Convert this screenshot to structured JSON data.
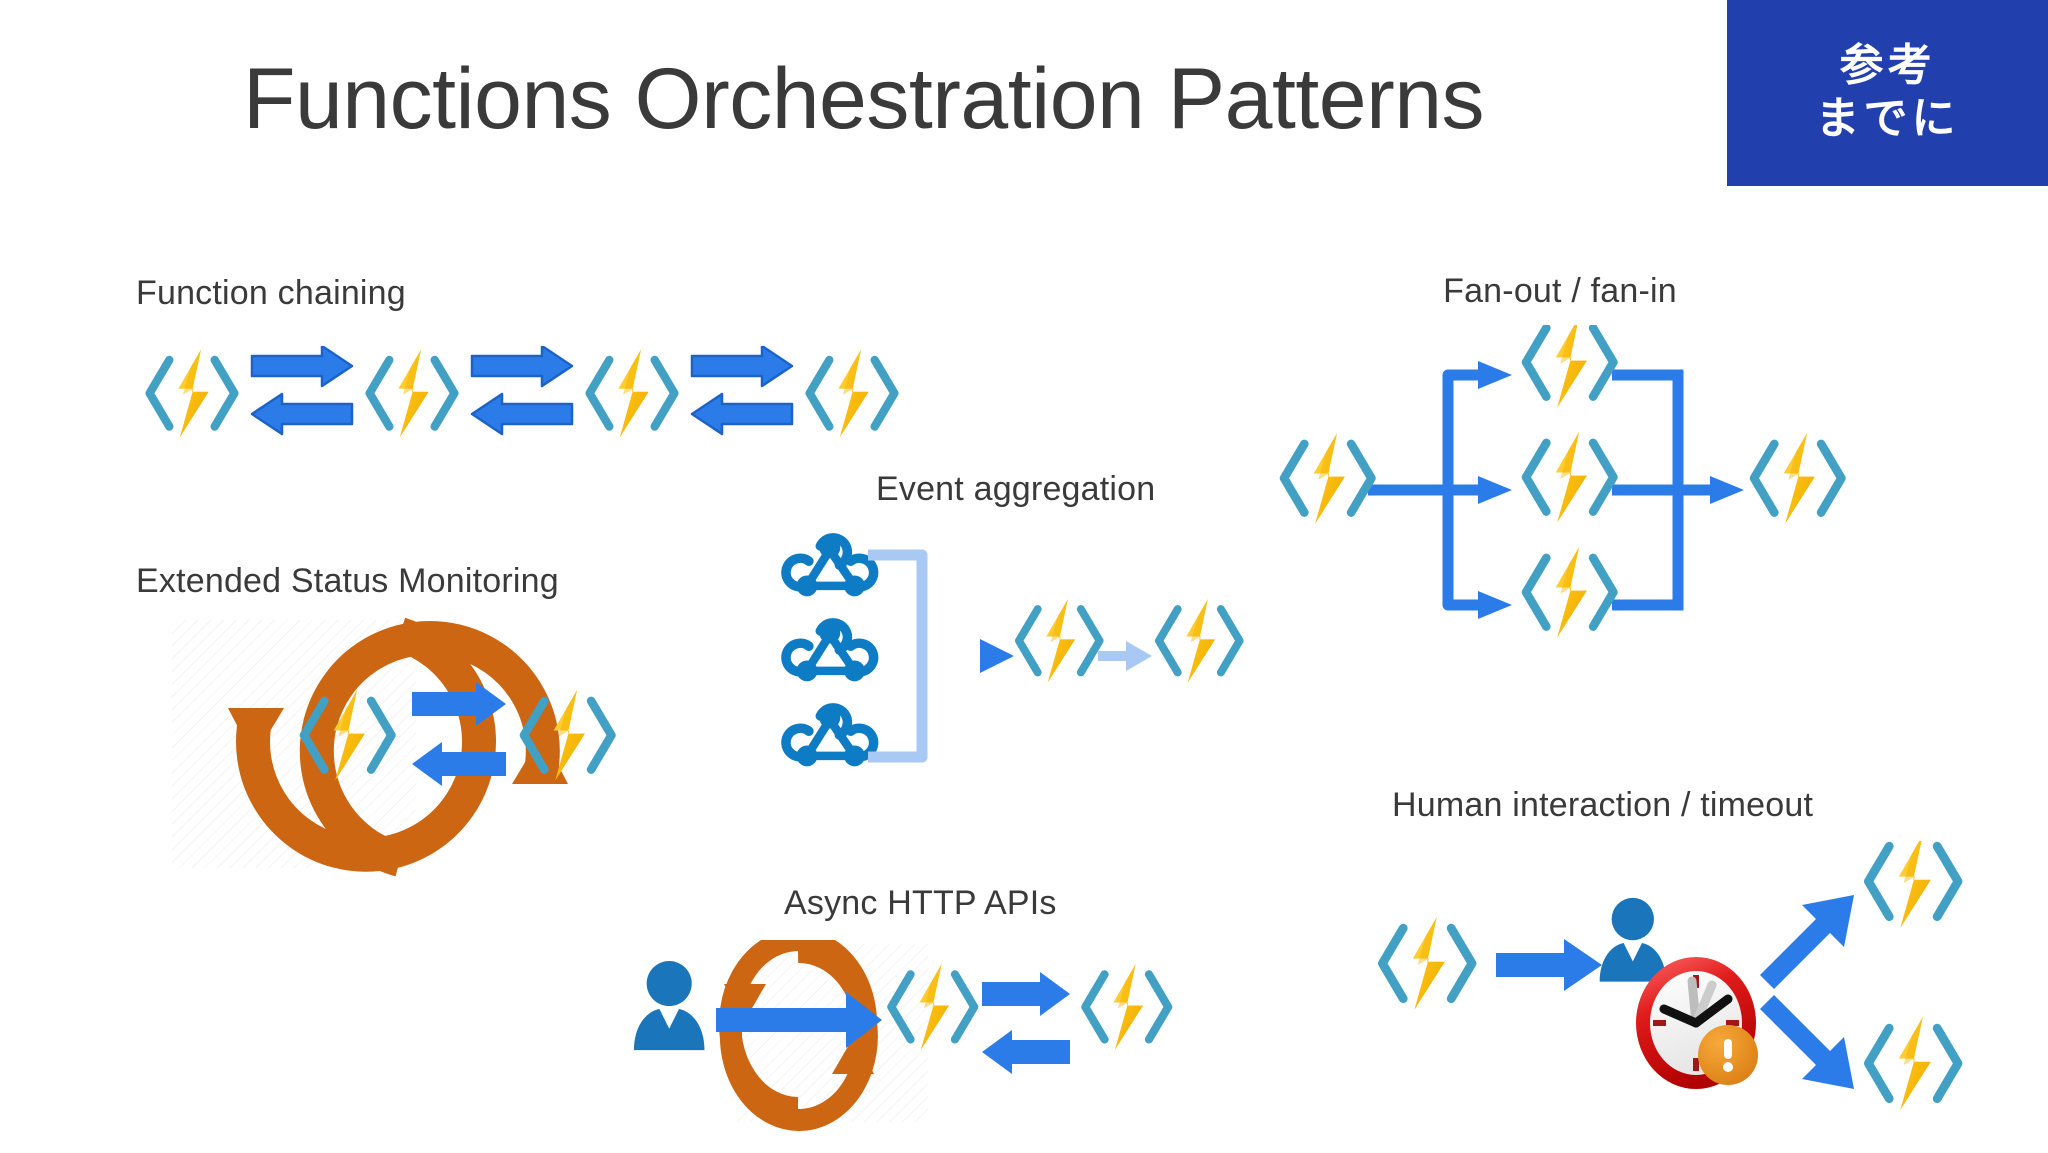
{
  "slide": {
    "title": "Functions Orchestration Patterns",
    "badge": {
      "line1": "参考",
      "line2": "までに",
      "color": "#2140ae"
    }
  },
  "palette": {
    "background": "#ffffff",
    "title_text": "#3a3a3a",
    "label_text": "#3a3a3a",
    "function_bracket": "#41a0c4",
    "bolt_light": "#ffc81e",
    "bolt_dark": "#f2a900",
    "arrow_blue": "#2b7ce9",
    "arrow_blue_dark": "#1b62c9",
    "arrow_blue_light": "#a9c9f5",
    "loop_orange": "#cc6612",
    "person_blue": "#1b75bb",
    "webhook_blue": "#0d7cc4",
    "clock_rim": "#e02020",
    "alert_orange": "#e8881a"
  },
  "sections": [
    {
      "id": "function-chaining",
      "label": "Function chaining",
      "nodes": [
        "function",
        "function",
        "function",
        "function"
      ],
      "connectors": [
        "exchange",
        "exchange",
        "exchange"
      ]
    },
    {
      "id": "fan-out-fan-in",
      "label": "Fan-out / fan-in",
      "source": "function",
      "branches": [
        "function",
        "function",
        "function"
      ],
      "sink": "function"
    },
    {
      "id": "extended-status-monitoring",
      "label": "Extended Status Monitoring",
      "loop": "refresh-loop",
      "nodes": [
        "function",
        "function"
      ],
      "connectors": [
        "exchange"
      ]
    },
    {
      "id": "event-aggregation",
      "label": "Event aggregation",
      "sources": [
        "webhook",
        "webhook",
        "webhook"
      ],
      "aggregator": "bracket",
      "nodes": [
        "function",
        "function"
      ],
      "connectors": [
        "arrow-right",
        "arrow-right-light"
      ]
    },
    {
      "id": "async-http-apis",
      "label": "Async HTTP APIs",
      "nodes": [
        "person",
        "refresh-loop",
        "function",
        "function"
      ],
      "connectors": [
        "arrow-right",
        "exchange"
      ]
    },
    {
      "id": "human-interaction-timeout",
      "label": "Human interaction / timeout",
      "nodes": [
        "function",
        "person",
        "clock-alert",
        "function",
        "function"
      ],
      "connectors": [
        "arrow-right",
        "arrow-up-right",
        "arrow-down-right"
      ]
    }
  ]
}
